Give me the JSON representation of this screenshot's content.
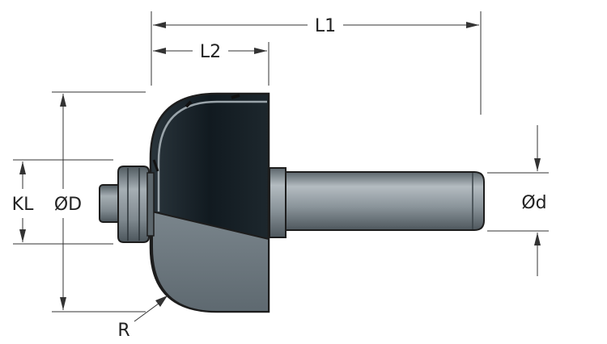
{
  "labels": {
    "l1": "L1",
    "l2": "L2",
    "kl": "KL",
    "od_large": "ØD",
    "od_small": "Ød",
    "r": "R"
  },
  "colors": {
    "body_dark": "#1a2329",
    "body_lower": "#6e7a82",
    "shank": "#8d979d",
    "bearing": "#7d878d",
    "outline": "#1d1d1d"
  }
}
